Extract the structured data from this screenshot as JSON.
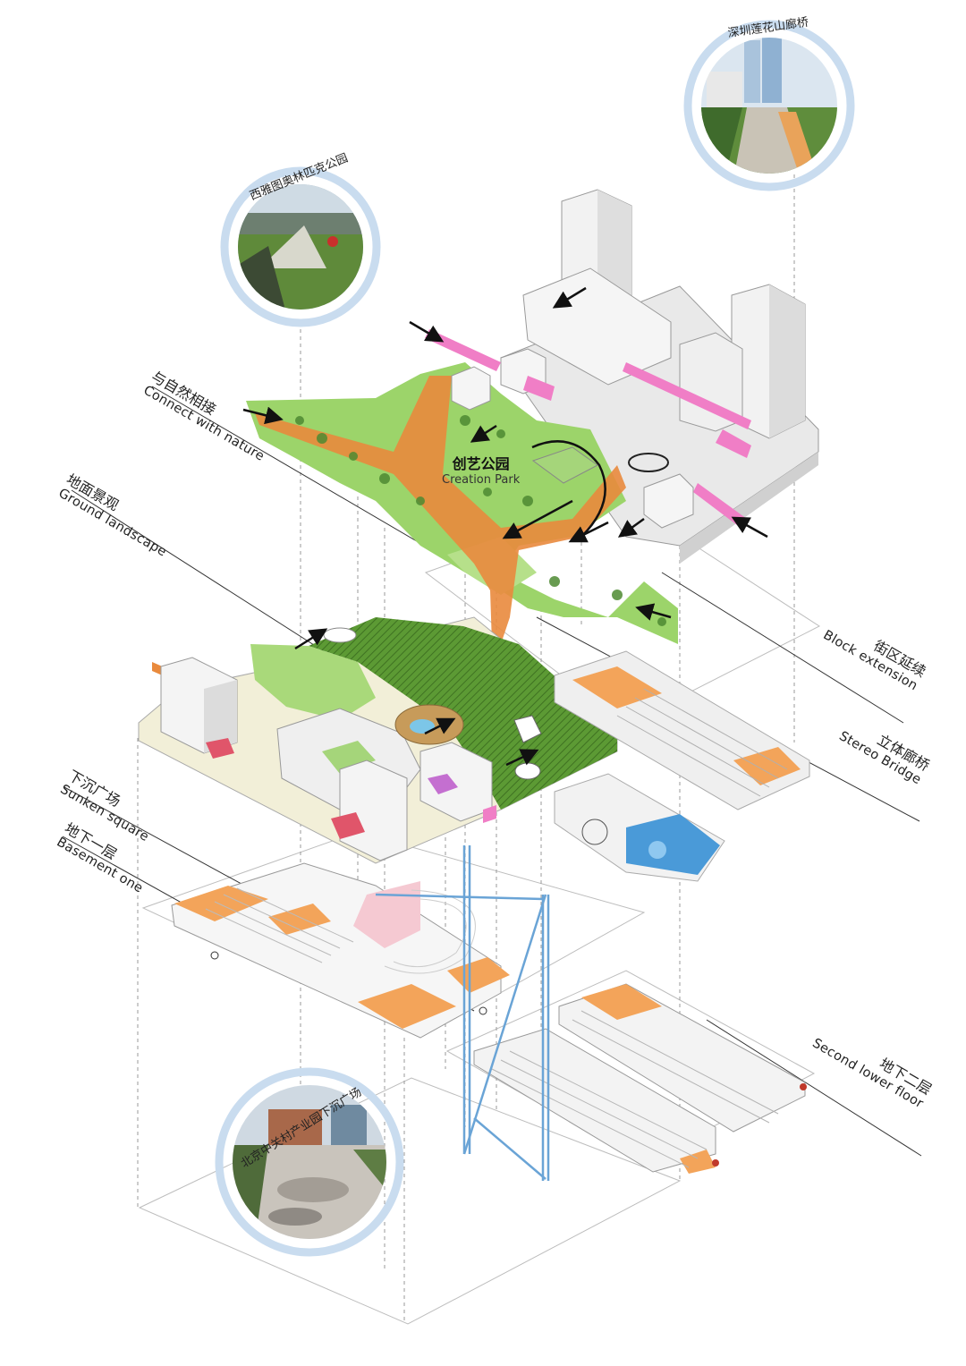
{
  "colors": {
    "park_green": "#9cd46a",
    "dark_green": "#4f8a2c",
    "path_orange": "#e98a3d",
    "bridge_pink": "#f07ec6",
    "building_white": "#f1f1f1",
    "water_blue": "#4a9ad8",
    "ring_blue": "#c9dcef",
    "floor_orange": "#f3a45a"
  },
  "callouts": {
    "seattle": "西雅图奥林匹克公园",
    "shenzhen": "深圳莲花山廊桥",
    "beijing": "北京中关村产业园下沉广场"
  },
  "park": {
    "cn": "创艺公园",
    "en": "Creation Park"
  },
  "labels": {
    "connect_nature": {
      "cn": "与自然相接",
      "en": "Connect with nature"
    },
    "ground_landscape": {
      "cn": "地面景观",
      "en": "Ground landscape"
    },
    "sunken_square": {
      "cn": "下沉广场",
      "en": "Sunken square"
    },
    "basement_one": {
      "cn": "地下一层",
      "en": "Basement one"
    },
    "block_extension": {
      "cn": "街区延续",
      "en": "Block extension"
    },
    "stereo_bridge": {
      "cn": "立体廊桥",
      "en": "Stereo Bridge"
    },
    "second_lower_floor": {
      "cn": "地下二层",
      "en": "Second lower floor"
    }
  },
  "icons": [
    "arrow-icon",
    "photo-circle-icon"
  ]
}
